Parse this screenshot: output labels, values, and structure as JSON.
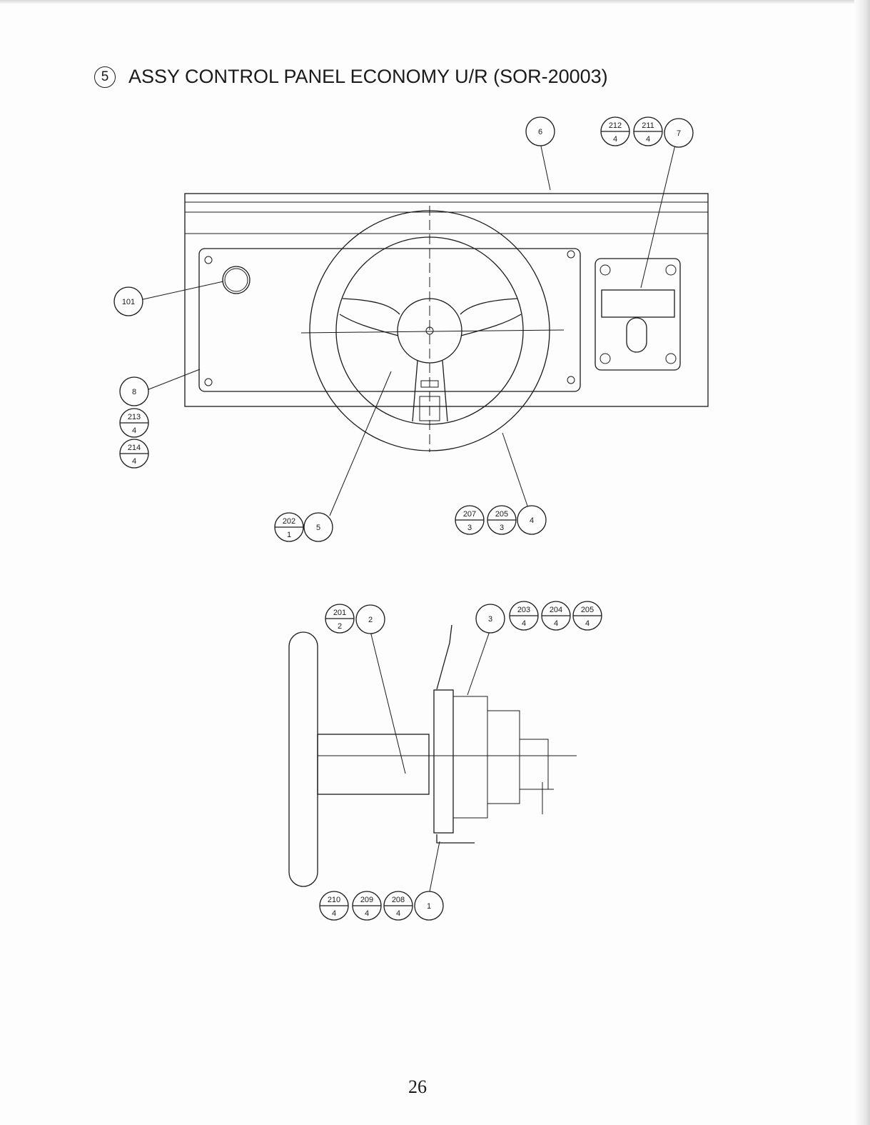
{
  "page": {
    "title_number": "5",
    "title": "ASSY CONTROL PANEL ECONOMY U/R (SOR-20003)",
    "page_number": "26"
  },
  "callouts": {
    "top_view": [
      {
        "id": "part-6",
        "label": "6"
      },
      {
        "id": "part-212",
        "label": "212",
        "qty": "4"
      },
      {
        "id": "part-211",
        "label": "211",
        "qty": "4"
      },
      {
        "id": "part-7",
        "label": "7"
      },
      {
        "id": "part-101",
        "label": "101"
      },
      {
        "id": "part-8",
        "label": "8"
      },
      {
        "id": "part-213",
        "label": "213",
        "qty": "4"
      },
      {
        "id": "part-214",
        "label": "214",
        "qty": "4"
      },
      {
        "id": "part-202",
        "label": "202",
        "qty": "1"
      },
      {
        "id": "part-5",
        "label": "5"
      },
      {
        "id": "part-207",
        "label": "207",
        "qty": "3"
      },
      {
        "id": "part-205a",
        "label": "205",
        "qty": "3"
      },
      {
        "id": "part-4",
        "label": "4"
      }
    ],
    "side_view": [
      {
        "id": "part-201",
        "label": "201",
        "qty": "2"
      },
      {
        "id": "part-2",
        "label": "2"
      },
      {
        "id": "part-3",
        "label": "3"
      },
      {
        "id": "part-203",
        "label": "203",
        "qty": "4"
      },
      {
        "id": "part-204",
        "label": "204",
        "qty": "4"
      },
      {
        "id": "part-205b",
        "label": "205",
        "qty": "4"
      },
      {
        "id": "part-210",
        "label": "210",
        "qty": "4"
      },
      {
        "id": "part-209",
        "label": "209",
        "qty": "4"
      },
      {
        "id": "part-208",
        "label": "208",
        "qty": "4"
      },
      {
        "id": "part-1",
        "label": "1"
      }
    ]
  }
}
